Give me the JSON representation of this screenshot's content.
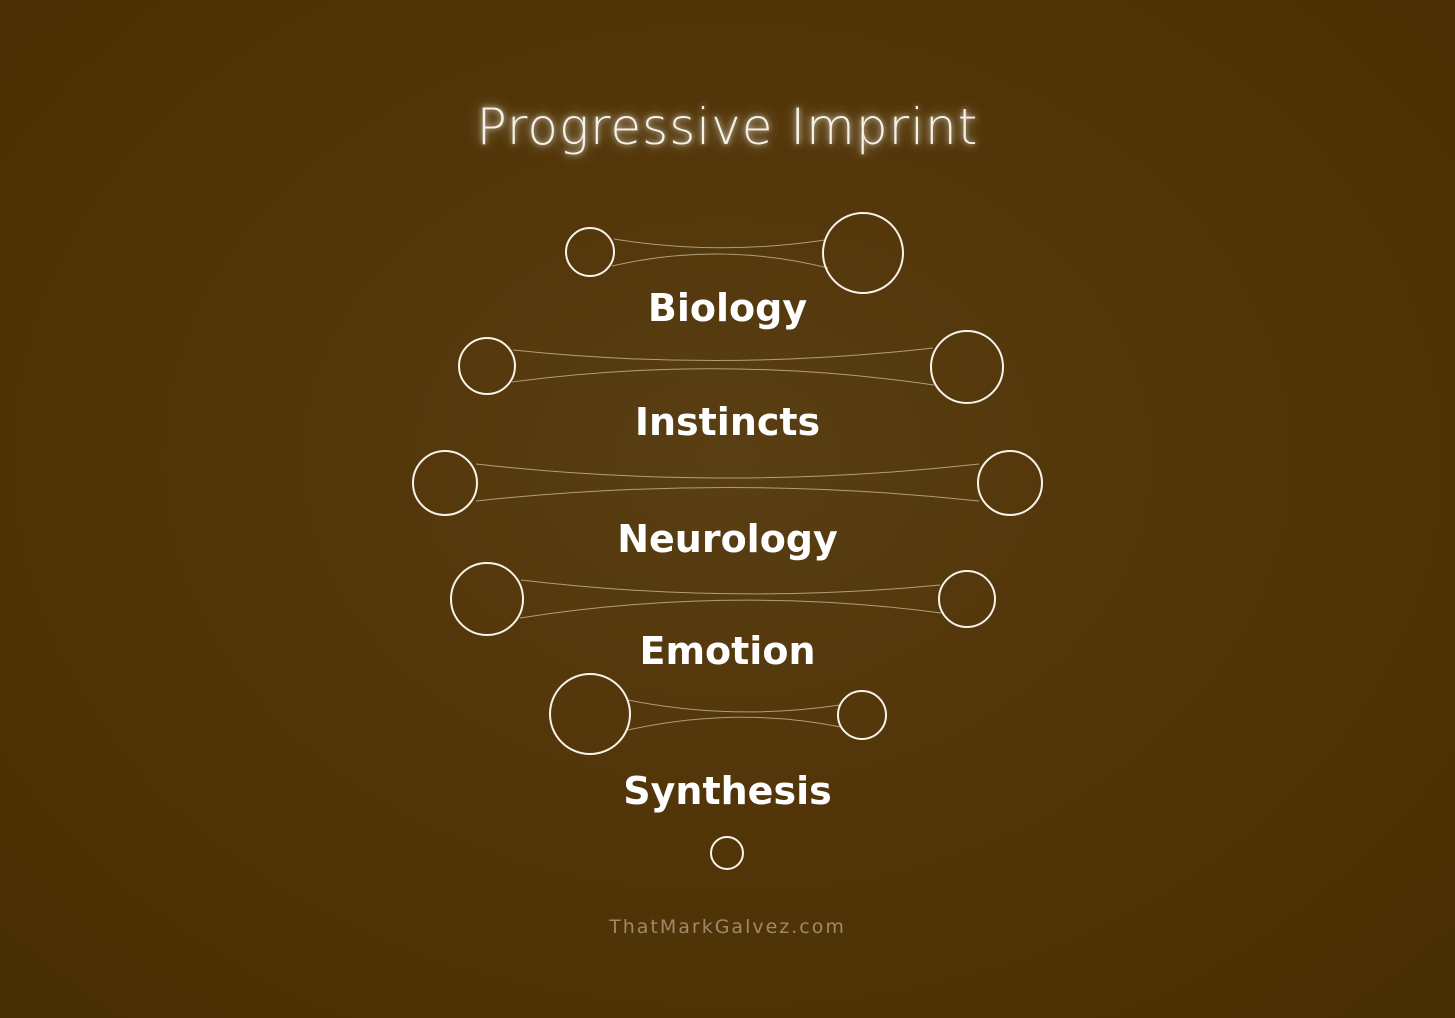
{
  "title": "Progressive Imprint",
  "stages": [
    {
      "label": "Biology"
    },
    {
      "label": "Instincts"
    },
    {
      "label": "Neurology"
    },
    {
      "label": "Emotion"
    },
    {
      "label": "Synthesis"
    }
  ],
  "footer": "ThatMarkGalvez.com",
  "colors": {
    "background": "#523609",
    "ring": "#f8f4ea",
    "thread": "#cdbf9f",
    "text": "#ffffff",
    "footer": "#9c8a69"
  }
}
